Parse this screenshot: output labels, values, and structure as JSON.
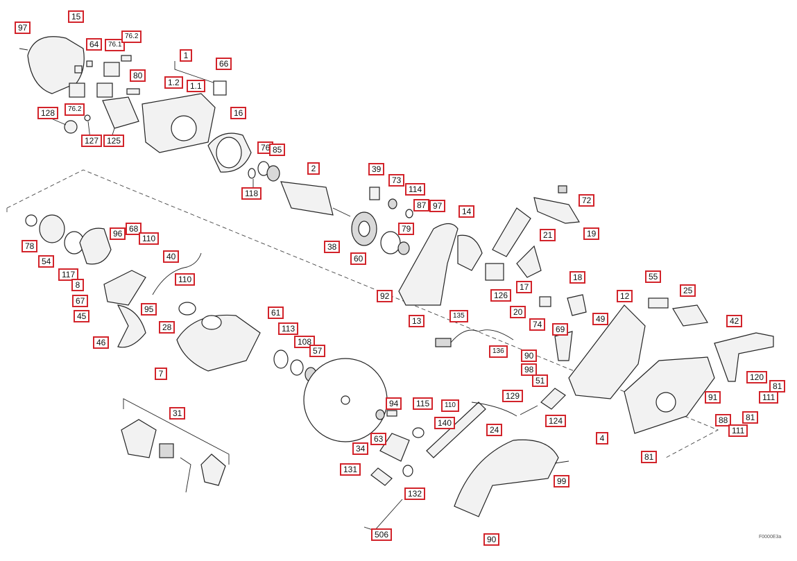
{
  "labels": [
    "97",
    "15",
    "64",
    "76.1",
    "76.2",
    "80",
    "76.2",
    "128",
    "127",
    "125",
    "1",
    "66",
    "1.2",
    "1.1",
    "16",
    "76",
    "85",
    "118",
    "2",
    "39",
    "73",
    "114",
    "87",
    "97",
    "72",
    "19",
    "14",
    "21",
    "78",
    "54",
    "96",
    "68",
    "110",
    "40",
    "110",
    "117",
    "8",
    "67",
    "45",
    "95",
    "28",
    "46",
    "7",
    "38",
    "60",
    "79",
    "92",
    "13",
    "126",
    "17",
    "20",
    "74",
    "18",
    "55",
    "25",
    "12",
    "49",
    "69",
    "90",
    "98",
    "51",
    "42",
    "120",
    "81",
    "111",
    "81",
    "88",
    "111",
    "91",
    "4",
    "81",
    "61",
    "113",
    "108",
    "57",
    "94",
    "63",
    "115",
    "110",
    "140",
    "129",
    "124",
    "24",
    "99",
    "34",
    "131",
    "132",
    "506",
    "90",
    "31",
    "135",
    "136"
  ],
  "page_code": "F0000E3a"
}
